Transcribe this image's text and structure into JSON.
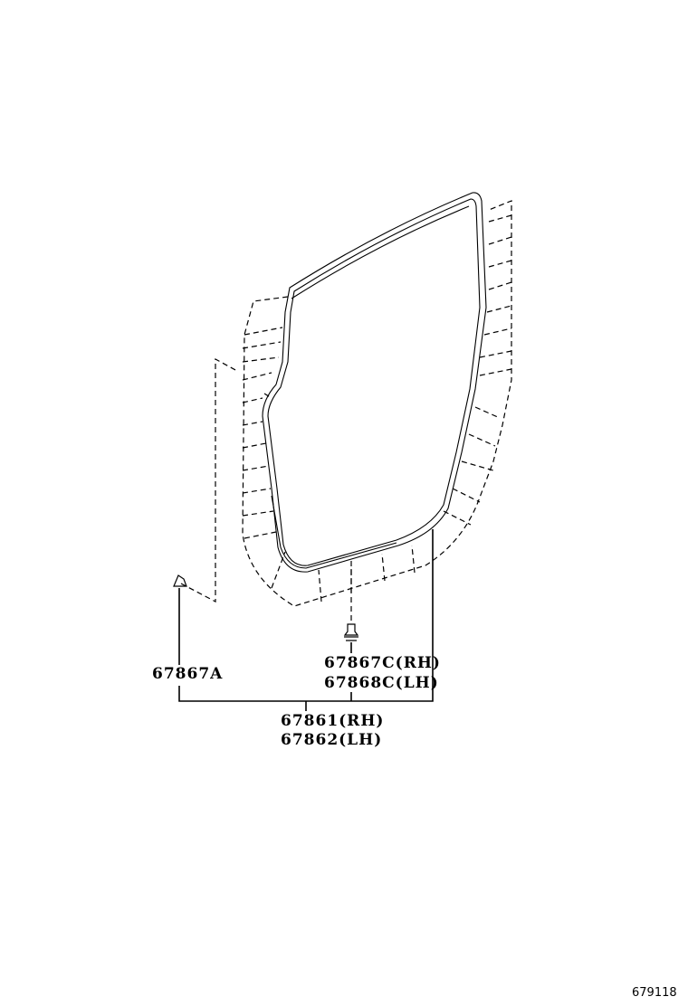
{
  "parts": {
    "clip_a": "67867A",
    "clip_c_rh": "67867C(RH)",
    "clip_c_lh": "67868C(LH)",
    "weatherstrip_rh": "67861(RH)",
    "weatherstrip_lh": "67862(LH)"
  },
  "figure_code": "679118"
}
